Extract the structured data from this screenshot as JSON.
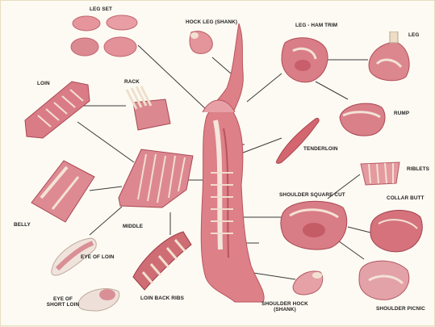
{
  "labels": {
    "leg_set": "LEG SET",
    "hock_leg": "HOCK LEG (SHANK)",
    "leg_ham_trim": "LEG - HAM TRIM",
    "leg": "LEG",
    "loin": "LOIN",
    "rack": "RACK",
    "rump": "RUMP",
    "tenderloin": "TENDERLOIN",
    "riblets": "RIBLETS",
    "shoulder_square_cut": "SHOULDER SQUARE CUT",
    "collar_butt": "COLLAR BUTT",
    "belly": "BELLY",
    "middle": "MIDDLE",
    "eye_of_loin": "EYE OF LOIN",
    "eye_of_short_loin_1": "EYE OF",
    "eye_of_short_loin_2": "SHORT LOIN",
    "loin_back_ribs": "LOIN BACK RIBS",
    "shoulder_hock_1": "SHOULDER HOCK",
    "shoulder_hock_2": "(SHANK)",
    "shoulder_picnic": "SHOULDER PICNIC"
  },
  "colors": {
    "meat": "#d9707a",
    "meat_dark": "#b2424f",
    "fat": "#f3e3d8",
    "bone": "#ecdcc4",
    "line": "#333333"
  }
}
